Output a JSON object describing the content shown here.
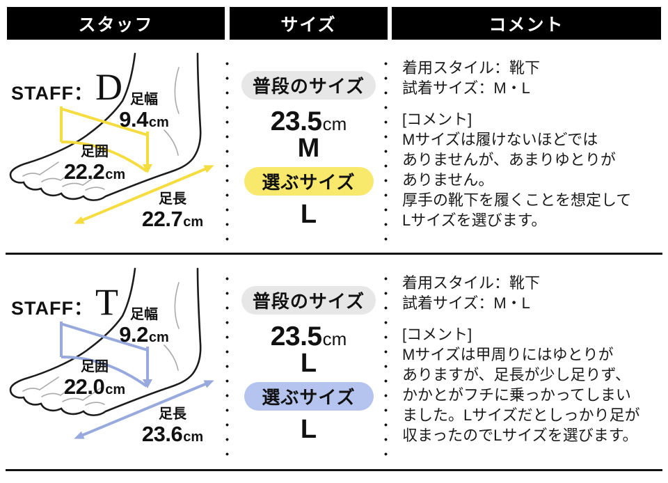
{
  "header": {
    "columns": [
      {
        "label": "スタッフ"
      },
      {
        "label": "サイズ"
      },
      {
        "label": "コメント"
      }
    ],
    "bg_color": "#000000",
    "text_color": "#ffffff"
  },
  "rows": [
    {
      "staff_prefix": "STAFF：",
      "staff_initial": "D",
      "colors": {
        "measure_line": "#f5dc3f",
        "pick_badge": "#f8e96d",
        "usual_badge": "#e7e7e7"
      },
      "measurements": {
        "width": {
          "label": "足幅",
          "value": "9.4",
          "unit": "cm"
        },
        "girth": {
          "label": "足囲",
          "value": "22.2",
          "unit": "cm"
        },
        "length": {
          "label": "足長",
          "value": "22.7",
          "unit": "cm"
        }
      },
      "size": {
        "usual_label": "普段のサイズ",
        "usual_value": "23.5",
        "unit": "cm",
        "usual_size": "M",
        "pick_label": "選ぶサイズ",
        "pick_size": "L"
      },
      "comment": {
        "lines": [
          "着用スタイル：靴下",
          "試着サイズ：M・L",
          "",
          "[コメント]",
          "Mサイズは履けないほどでは",
          "ありませんが、あまりゆとりが",
          "ありません。",
          "厚手の靴下を履くことを想定して",
          "Lサイズを選びます。"
        ]
      }
    },
    {
      "staff_prefix": "STAFF：",
      "staff_initial": "T",
      "colors": {
        "measure_line": "#97a9dd",
        "pick_badge": "#b4c4ee",
        "usual_badge": "#e7e7e7"
      },
      "measurements": {
        "width": {
          "label": "足幅",
          "value": "9.2",
          "unit": "cm"
        },
        "girth": {
          "label": "足囲",
          "value": "22.0",
          "unit": "cm"
        },
        "length": {
          "label": "足長",
          "value": "23.6",
          "unit": "cm"
        }
      },
      "size": {
        "usual_label": "普段のサイズ",
        "usual_value": "23.5",
        "unit": "cm",
        "usual_size": "L",
        "pick_label": "選ぶサイズ",
        "pick_size": "L"
      },
      "comment": {
        "lines": [
          "着用スタイル：靴下",
          "試着サイズ：M・L",
          "",
          "[コメント]",
          "Mサイズは甲周りにはゆとりが",
          "ありますが、足長が少し足りず、",
          "かかとがフチに乗っかってしまい",
          "ました。Lサイズだとしっかり足が",
          "収まったのでLサイズを選びます。"
        ]
      }
    }
  ]
}
